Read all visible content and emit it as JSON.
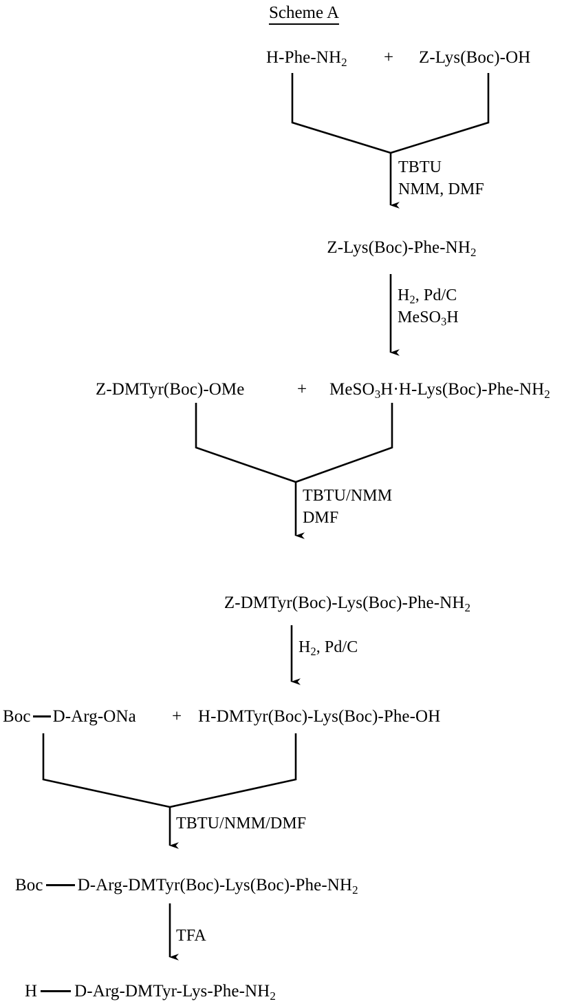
{
  "title": "Scheme A",
  "steps": {
    "reactants_1": {
      "left": "H-Phe-NH",
      "left_sub": "2",
      "plus": "+",
      "right": "Z-Lys(Boc)-OH"
    },
    "reagents_1": {
      "line1": "TBTU",
      "line2": "NMM, DMF"
    },
    "product_1": {
      "text": "Z-Lys(Boc)-Phe-NH",
      "sub": "2"
    },
    "reagents_2": {
      "line1_a": "H",
      "line1_sub": "2",
      "line1_b": ", Pd/C",
      "line2_a": "MeSO",
      "line2_sub": "3",
      "line2_b": "H"
    },
    "reactants_2": {
      "left": "Z-DMTyr(Boc)-OMe",
      "plus": "+",
      "right_a": "MeSO",
      "right_sub": "3",
      "right_b": "H·H-Lys(Boc)-Phe-NH",
      "right_sub2": "2"
    },
    "reagents_3": {
      "line1": "TBTU/NMM",
      "line2": "DMF"
    },
    "product_2": {
      "text": "Z-DMTyr(Boc)-Lys(Boc)-Phe-NH",
      "sub": "2"
    },
    "reagents_4": {
      "line1_a": "H",
      "line1_sub": "2",
      "line1_b": ", Pd/C"
    },
    "reactants_3": {
      "left_a": "Boc",
      "left_b": "D-Arg-ONa",
      "plus": "+",
      "right": "H-DMTyr(Boc)-Lys(Boc)-Phe-OH"
    },
    "reagents_5": {
      "line1": "TBTU/NMM/DMF"
    },
    "product_3": {
      "text_a": "Boc",
      "text_b": "D-Arg-DMTyr(Boc)-Lys(Boc)-Phe-NH",
      "sub": "2"
    },
    "reagents_6": {
      "line1": "TFA"
    },
    "product_4": {
      "text_a": "H",
      "text_b": "D-Arg-DMTyr-Lys-Phe-NH",
      "sub": "2"
    }
  },
  "colors": {
    "ink": "#000000",
    "background": "#ffffff"
  }
}
